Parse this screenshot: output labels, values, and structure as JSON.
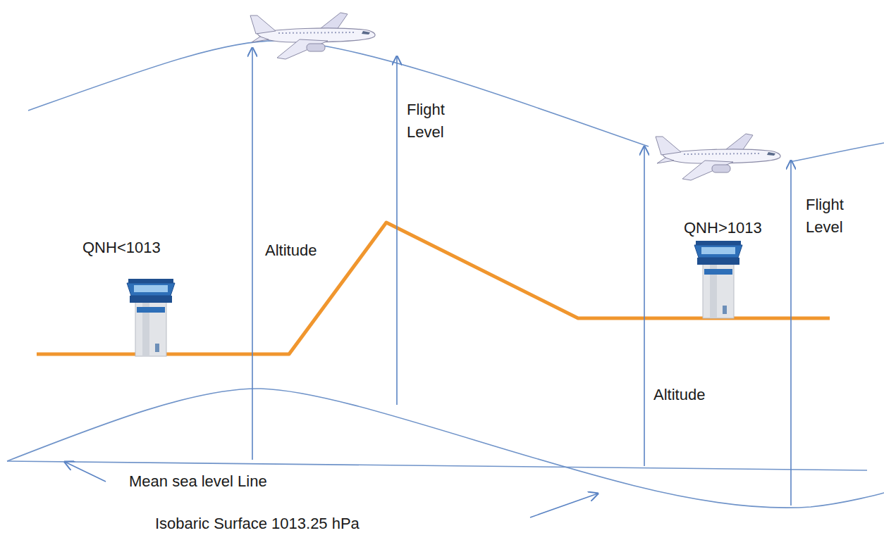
{
  "diagram": {
    "labels": [
      "Flight Level",
      "QNH<1013",
      "Altitude",
      "QNH>1013",
      "Flight Level",
      "Altitude",
      "Mean sea level Line",
      "Isobaric Surface 1013.25 hPa"
    ]
  }
}
